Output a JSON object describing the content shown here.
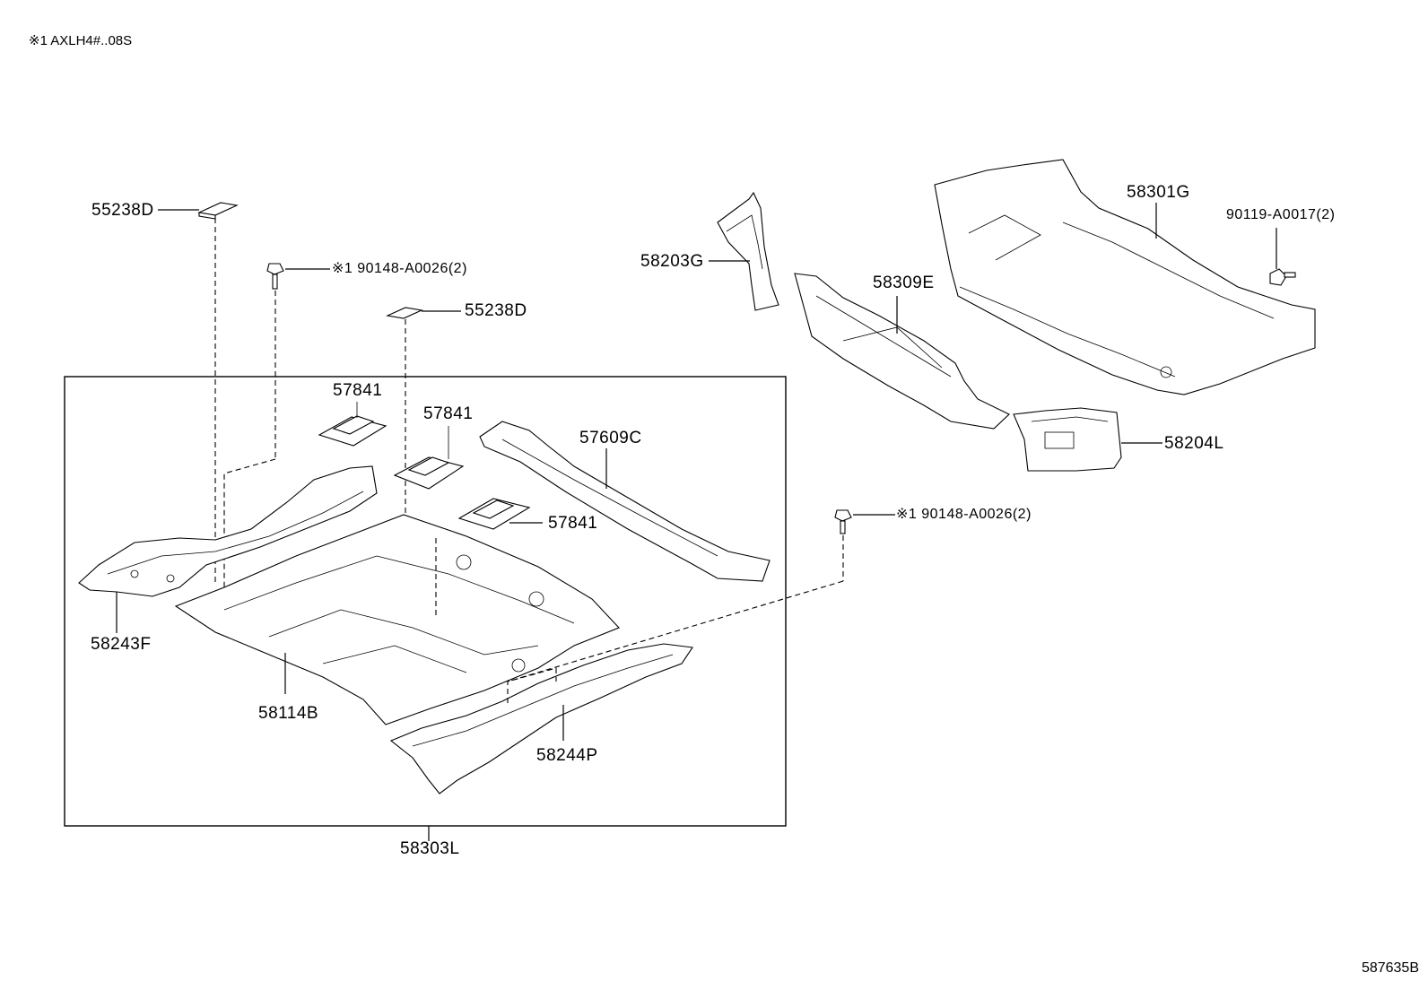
{
  "header_note": "※1 AXLH4#..08S",
  "diagram_code": "587635B",
  "callouts": {
    "p55238d_top": "55238D",
    "p90148_left": "※1 90148-A0026(2)",
    "p55238d_mid": "55238D",
    "p57841_a": "57841",
    "p57841_b": "57841",
    "p57841_c": "57841",
    "p57609c": "57609C",
    "p58243f": "58243F",
    "p58114b": "58114B",
    "p58244p": "58244P",
    "p58303l": "58303L",
    "p58203g": "58203G",
    "p58309e": "58309E",
    "p58301g": "58301G",
    "p90119": "90119-A0017(2)",
    "p58204l": "58204L",
    "p90148_right": "※1 90148-A0026(2)"
  }
}
